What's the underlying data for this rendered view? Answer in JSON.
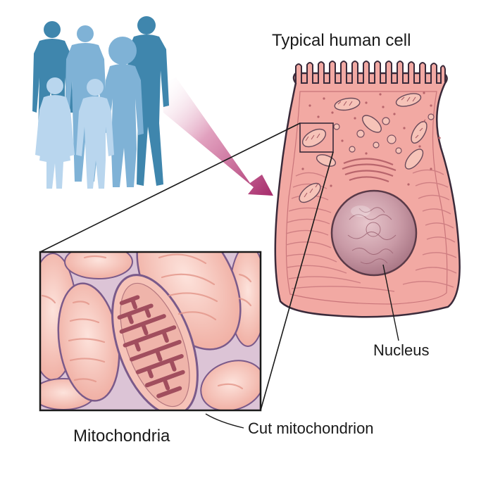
{
  "labels": {
    "title": "Typical human cell",
    "nucleus": "Nucleus",
    "mitochondria": "Mitochondria",
    "cut_mitochondrion": "Cut mitochondrion"
  },
  "colors": {
    "silhouette_dark": "#3f86ad",
    "silhouette_mid": "#7fb2d6",
    "silhouette_light": "#b9d6ee",
    "arrow": "#a52a6a",
    "cell_fill": "#f2a9a3",
    "cell_outline": "#3a2a3a",
    "mito_fill": "#f6c3b8",
    "mito_cristae": "#e79c90",
    "mito_membrane": "#8a6a9e",
    "inset_background": "#dcc4d6",
    "nucleus_fill": "#cfa2ad"
  }
}
